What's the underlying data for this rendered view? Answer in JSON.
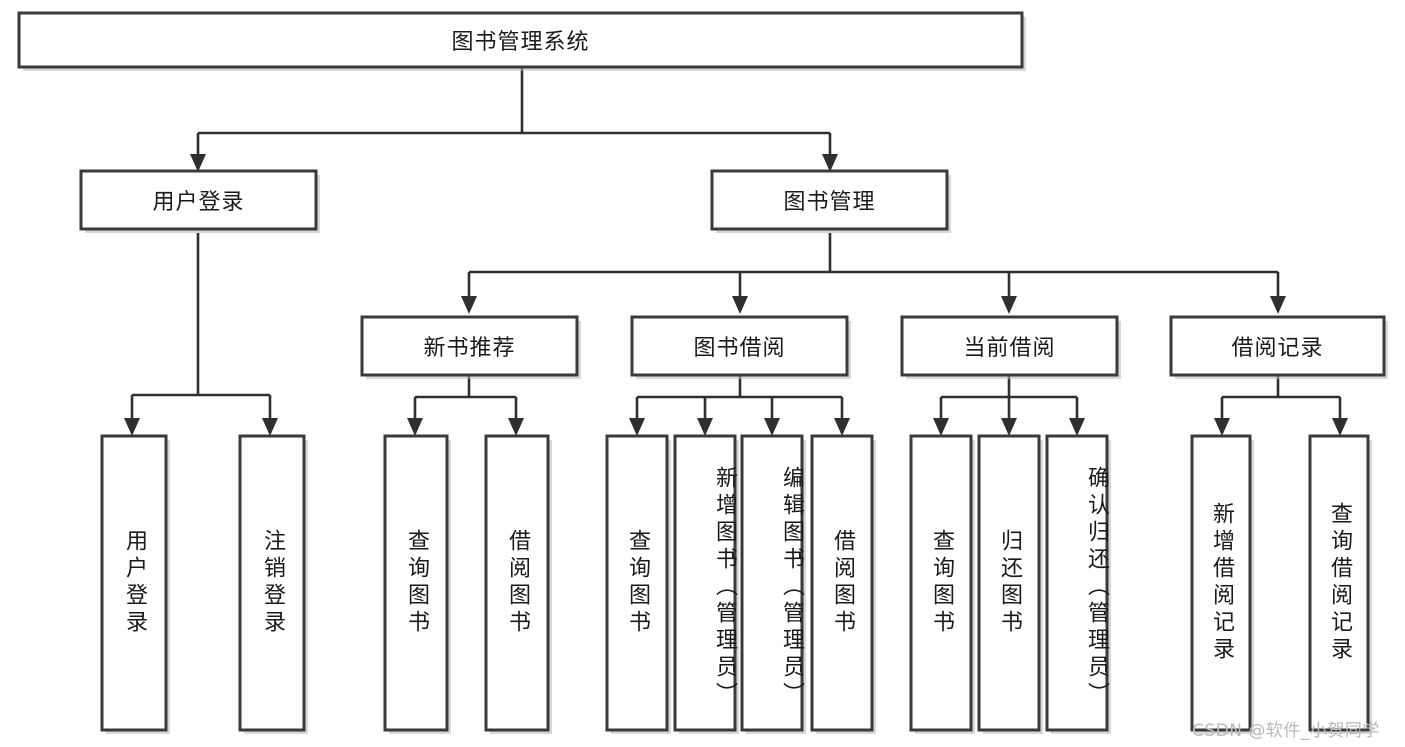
{
  "diagram": {
    "type": "hierarchy-tree",
    "title": "图书管理系统",
    "orientation": "top-down",
    "colors": {
      "box_fill": "#ffffff",
      "box_stroke": "#3a3a3a",
      "connector": "#2f2f2f",
      "text": "#1a1a1a",
      "watermark": "#b9b9b9"
    },
    "root": {
      "id": "root",
      "label": "图书管理系统"
    },
    "level2": [
      {
        "id": "user-login",
        "label": "用户登录"
      },
      {
        "id": "book-manage",
        "label": "图书管理"
      }
    ],
    "level3": [
      {
        "id": "new-book-recommend",
        "label": "新书推荐",
        "parent": "book-manage"
      },
      {
        "id": "book-borrow",
        "label": "图书借阅",
        "parent": "book-manage"
      },
      {
        "id": "current-borrow",
        "label": "当前借阅",
        "parent": "book-manage"
      },
      {
        "id": "borrow-record",
        "label": "借阅记录",
        "parent": "book-manage"
      }
    ],
    "leaves": {
      "user-login": [
        {
          "id": "leaf-user-login",
          "label": "用户登录"
        },
        {
          "id": "leaf-logout-login",
          "label": "注销登录"
        }
      ],
      "new-book-recommend": [
        {
          "id": "leaf-query-book-1",
          "label": "查询图书"
        },
        {
          "id": "leaf-borrow-book-1",
          "label": "借阅图书"
        }
      ],
      "book-borrow": [
        {
          "id": "leaf-query-book-2",
          "label": "查询图书"
        },
        {
          "id": "leaf-add-book",
          "label": "新增图书（管理员）"
        },
        {
          "id": "leaf-edit-book",
          "label": "编辑图书（管理员）"
        },
        {
          "id": "leaf-borrow-book-2",
          "label": "借阅图书"
        }
      ],
      "current-borrow": [
        {
          "id": "leaf-query-book-3",
          "label": "查询图书"
        },
        {
          "id": "leaf-return-book",
          "label": "归还图书"
        },
        {
          "id": "leaf-confirm-return",
          "label": "确认归还（管理员）"
        }
      ],
      "borrow-record": [
        {
          "id": "leaf-add-record",
          "label": "新增借阅记录"
        },
        {
          "id": "leaf-query-record",
          "label": "查询借阅记录"
        }
      ]
    }
  },
  "watermark": {
    "text": "CSDN @软件_小贺同学"
  }
}
